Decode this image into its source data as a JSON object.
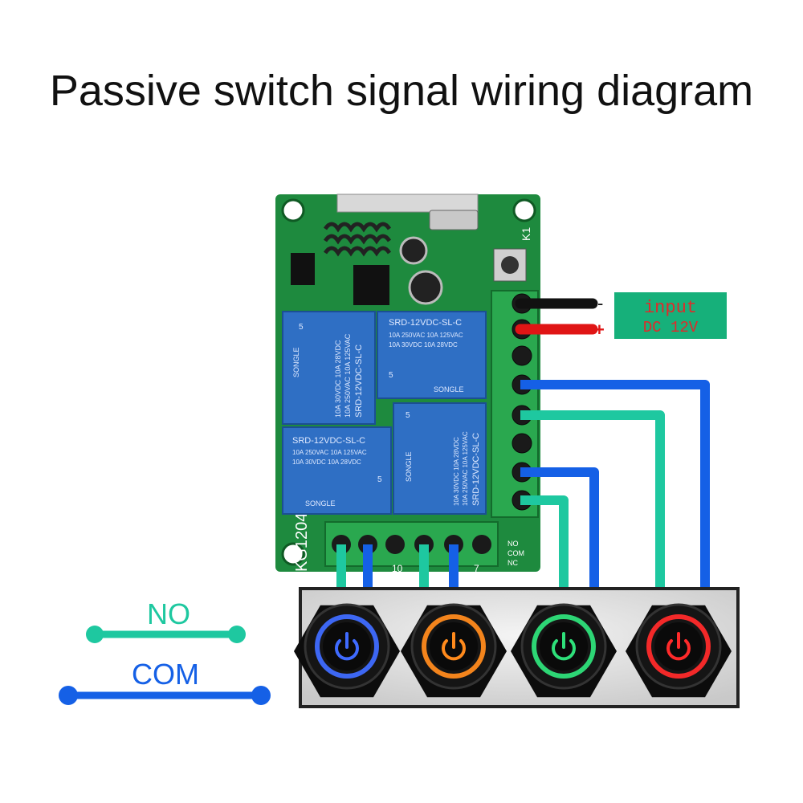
{
  "title": "Passive switch signal wiring diagram",
  "input_label": {
    "line1": "input",
    "line2": "DC 12V"
  },
  "polarity": {
    "negative": "-",
    "positive": "+"
  },
  "legend": [
    {
      "label": "NO",
      "color": "#1ec8a0"
    },
    {
      "label": "COM",
      "color": "#1560e6"
    }
  ],
  "board": {
    "model": "KG1204",
    "button_label": "K1",
    "terminal_labels": [
      "10",
      "7"
    ],
    "pin_labels": [
      "NO",
      "COM",
      "NC"
    ],
    "relays": [
      {
        "brand": "SONGLE",
        "model": "SRD-12VDC-SL-C",
        "ratings": [
          "10A 250VAC  10A 125VAC",
          "10A 30VDC  10A 28VDC"
        ],
        "pin": "5"
      },
      {
        "brand": "SONGLE",
        "model": "SRD-12VDC-SL-C",
        "ratings": [
          "10A 250VAC  10A 125VAC",
          "10A 30VDC  10A 28VDC"
        ],
        "pin": "5"
      },
      {
        "brand": "SONGLE",
        "model": "SRD-12VDC-SL-C",
        "ratings": [
          "10A 250VAC  10A 125VAC",
          "10A 30VDC  10A 28VDC"
        ],
        "pin": "5"
      },
      {
        "brand": "SONGLE",
        "model": "SRD-12VDC-SL-C",
        "ratings": [
          "10A 250VAC  10A 125VAC",
          "10A 30VDC  10A 28VDC"
        ],
        "pin": "5"
      }
    ]
  },
  "switches": [
    {
      "name": "blue",
      "color": "#3f6bff"
    },
    {
      "name": "orange",
      "color": "#ff8a1c"
    },
    {
      "name": "green",
      "color": "#2ee07a"
    },
    {
      "name": "red",
      "color": "#ff2a2a"
    }
  ],
  "colors": {
    "pcb": "#1e8a3e",
    "relay": "#2f6fc4",
    "no_wire": "#1ec8a0",
    "com_wire": "#1560e6",
    "power_neg": "#111111",
    "power_pos": "#e01515",
    "input_box": "#16b07a",
    "input_text": "#e02a2a"
  }
}
